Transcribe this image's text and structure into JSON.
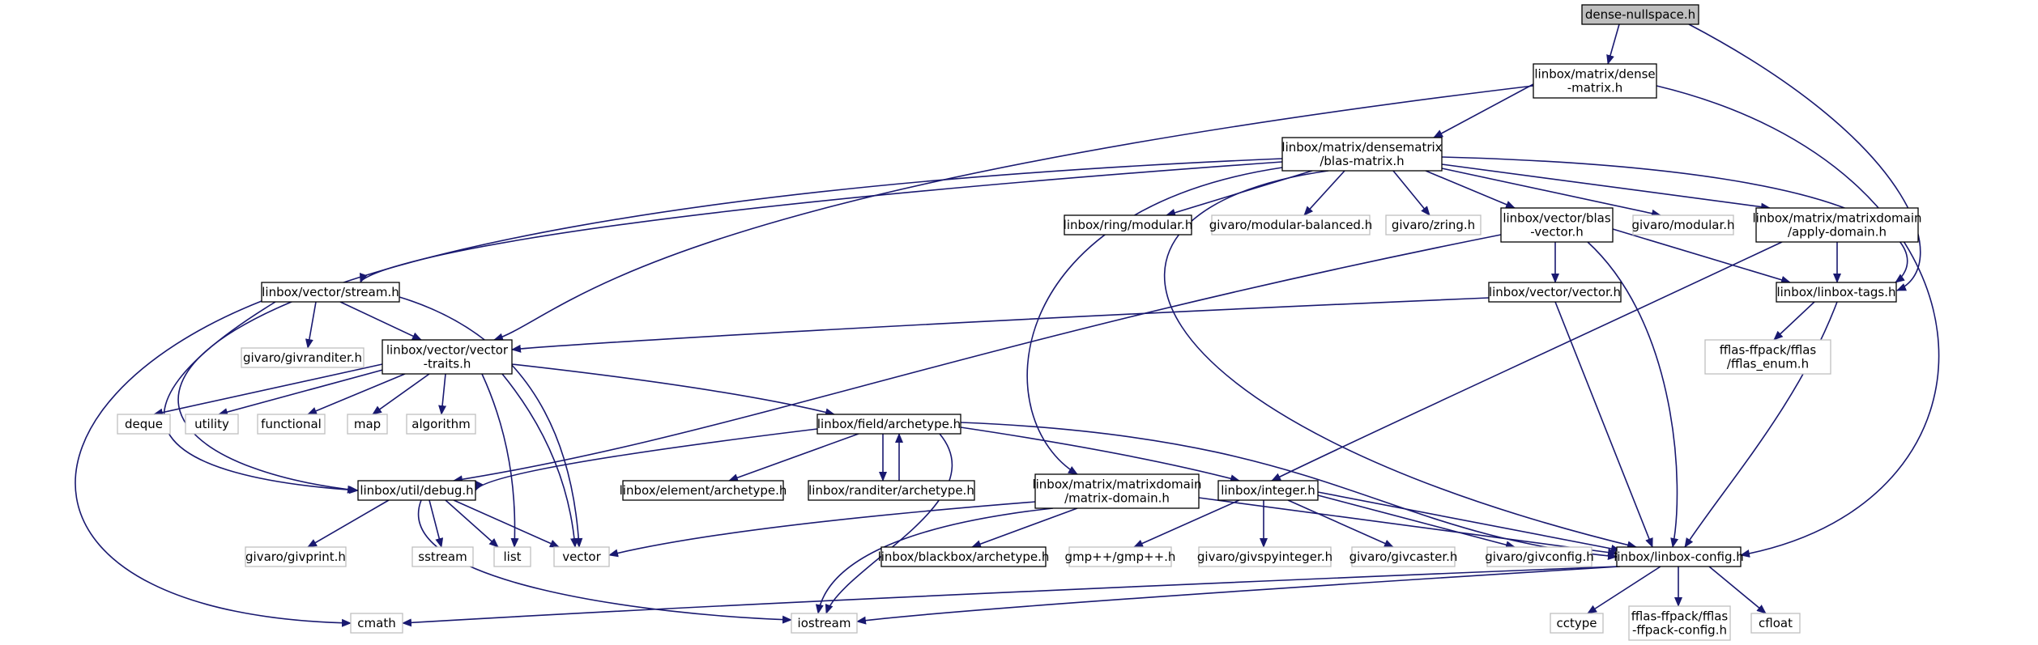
{
  "graph": {
    "colors": {
      "edge": "#191970",
      "box_border": "#000000",
      "ext_border": "#bfbfbf",
      "root_fill": "#bfbfbf"
    },
    "nodes": [
      {
        "id": "root",
        "kind": "root",
        "lines": [
          "dense-nullspace.h"
        ]
      },
      {
        "id": "dm",
        "kind": "box",
        "lines": [
          "linbox/matrix/dense",
          "-matrix.h"
        ]
      },
      {
        "id": "blas",
        "kind": "box",
        "lines": [
          "linbox/matrix/densematrix",
          "/blas-matrix.h"
        ]
      },
      {
        "id": "stream",
        "kind": "box",
        "lines": [
          "linbox/vector/stream.h"
        ]
      },
      {
        "id": "vtraits",
        "kind": "box",
        "lines": [
          "linbox/vector/vector",
          "-traits.h"
        ]
      },
      {
        "id": "modular",
        "kind": "box",
        "lines": [
          "linbox/ring/modular.h"
        ]
      },
      {
        "id": "modbal",
        "kind": "ext",
        "lines": [
          "givaro/modular-balanced.h"
        ]
      },
      {
        "id": "zring",
        "kind": "ext",
        "lines": [
          "givaro/zring.h"
        ]
      },
      {
        "id": "vblas",
        "kind": "box",
        "lines": [
          "linbox/vector/blas",
          "-vector.h"
        ]
      },
      {
        "id": "gmodular",
        "kind": "ext",
        "lines": [
          "givaro/modular.h"
        ]
      },
      {
        "id": "applydom",
        "kind": "box",
        "lines": [
          "linbox/matrix/matrixdomain",
          "/apply-domain.h"
        ]
      },
      {
        "id": "vvector",
        "kind": "box",
        "lines": [
          "linbox/vector/vector.h"
        ]
      },
      {
        "id": "tags",
        "kind": "box",
        "lines": [
          "linbox/linbox-tags.h"
        ]
      },
      {
        "id": "fflasenum",
        "kind": "ext",
        "lines": [
          "fflas-ffpack/fflas",
          "/fflas_enum.h"
        ]
      },
      {
        "id": "givranditer",
        "kind": "ext",
        "lines": [
          "givaro/givranditer.h"
        ]
      },
      {
        "id": "deque",
        "kind": "ext",
        "lines": [
          "deque"
        ]
      },
      {
        "id": "utility",
        "kind": "ext",
        "lines": [
          "utility"
        ]
      },
      {
        "id": "functional",
        "kind": "ext",
        "lines": [
          "functional"
        ]
      },
      {
        "id": "map",
        "kind": "ext",
        "lines": [
          "map"
        ]
      },
      {
        "id": "algorithm",
        "kind": "ext",
        "lines": [
          "algorithm"
        ]
      },
      {
        "id": "farch",
        "kind": "box",
        "lines": [
          "linbox/field/archetype.h"
        ]
      },
      {
        "id": "debug",
        "kind": "box",
        "lines": [
          "linbox/util/debug.h"
        ]
      },
      {
        "id": "earch",
        "kind": "box",
        "lines": [
          "linbox/element/archetype.h"
        ]
      },
      {
        "id": "rarch",
        "kind": "box",
        "lines": [
          "linbox/randiter/archetype.h"
        ]
      },
      {
        "id": "mdom",
        "kind": "box",
        "lines": [
          "linbox/matrix/matrixdomain",
          "/matrix-domain.h"
        ]
      },
      {
        "id": "integer",
        "kind": "box",
        "lines": [
          "linbox/integer.h"
        ]
      },
      {
        "id": "givprint",
        "kind": "ext",
        "lines": [
          "givaro/givprint.h"
        ]
      },
      {
        "id": "sstream",
        "kind": "ext",
        "lines": [
          "sstream"
        ]
      },
      {
        "id": "list",
        "kind": "ext",
        "lines": [
          "list"
        ]
      },
      {
        "id": "vector",
        "kind": "ext",
        "lines": [
          "vector"
        ]
      },
      {
        "id": "bbarch",
        "kind": "box",
        "lines": [
          "linbox/blackbox/archetype.h"
        ]
      },
      {
        "id": "gmp",
        "kind": "ext",
        "lines": [
          "gmp++/gmp++.h"
        ]
      },
      {
        "id": "givspy",
        "kind": "ext",
        "lines": [
          "givaro/givspyinteger.h"
        ]
      },
      {
        "id": "givcaster",
        "kind": "ext",
        "lines": [
          "givaro/givcaster.h"
        ]
      },
      {
        "id": "givconfig",
        "kind": "ext",
        "lines": [
          "givaro/givconfig.h"
        ]
      },
      {
        "id": "config",
        "kind": "box",
        "lines": [
          "linbox/linbox-config.h"
        ]
      },
      {
        "id": "cmath",
        "kind": "ext",
        "lines": [
          "cmath"
        ]
      },
      {
        "id": "iostream",
        "kind": "ext",
        "lines": [
          "iostream"
        ]
      },
      {
        "id": "cctype",
        "kind": "ext",
        "lines": [
          "cctype"
        ]
      },
      {
        "id": "ffpackcfg",
        "kind": "ext",
        "lines": [
          "fflas-ffpack/fflas",
          "-ffpack-config.h"
        ]
      },
      {
        "id": "cfloat",
        "kind": "ext",
        "lines": [
          "cfloat"
        ]
      }
    ],
    "edges": [
      [
        "root",
        "dm"
      ],
      [
        "root",
        "tags"
      ],
      [
        "dm",
        "blas"
      ],
      [
        "dm",
        "vtraits"
      ],
      [
        "dm",
        "config"
      ],
      [
        "blas",
        "stream"
      ],
      [
        "blas",
        "modular"
      ],
      [
        "blas",
        "modbal"
      ],
      [
        "blas",
        "zring"
      ],
      [
        "blas",
        "vblas"
      ],
      [
        "blas",
        "gmodular"
      ],
      [
        "blas",
        "applydom"
      ],
      [
        "blas",
        "tags"
      ],
      [
        "blas",
        "debug"
      ],
      [
        "blas",
        "mdom"
      ],
      [
        "blas",
        "config"
      ],
      [
        "vblas",
        "vvector"
      ],
      [
        "vblas",
        "tags"
      ],
      [
        "vblas",
        "debug"
      ],
      [
        "vblas",
        "config"
      ],
      [
        "applydom",
        "tags"
      ],
      [
        "applydom",
        "integer"
      ],
      [
        "tags",
        "fflasenum"
      ],
      [
        "tags",
        "config"
      ],
      [
        "vvector",
        "vtraits"
      ],
      [
        "vvector",
        "config"
      ],
      [
        "stream",
        "givranditer"
      ],
      [
        "stream",
        "vtraits"
      ],
      [
        "stream",
        "vector"
      ],
      [
        "stream",
        "cmath"
      ],
      [
        "stream",
        "debug"
      ],
      [
        "vtraits",
        "deque"
      ],
      [
        "vtraits",
        "utility"
      ],
      [
        "vtraits",
        "functional"
      ],
      [
        "vtraits",
        "map"
      ],
      [
        "vtraits",
        "algorithm"
      ],
      [
        "vtraits",
        "farch"
      ],
      [
        "vtraits",
        "list"
      ],
      [
        "vtraits",
        "vector"
      ],
      [
        "farch",
        "debug"
      ],
      [
        "farch",
        "earch"
      ],
      [
        "farch",
        "rarch"
      ],
      [
        "farch",
        "integer"
      ],
      [
        "farch",
        "config"
      ],
      [
        "farch",
        "iostream"
      ],
      [
        "rarch",
        "farch"
      ],
      [
        "debug",
        "givprint"
      ],
      [
        "debug",
        "sstream"
      ],
      [
        "debug",
        "list"
      ],
      [
        "debug",
        "vector"
      ],
      [
        "debug",
        "iostream"
      ],
      [
        "mdom",
        "bbarch"
      ],
      [
        "mdom",
        "vector"
      ],
      [
        "mdom",
        "config"
      ],
      [
        "mdom",
        "iostream"
      ],
      [
        "integer",
        "gmp"
      ],
      [
        "integer",
        "givspy"
      ],
      [
        "integer",
        "givcaster"
      ],
      [
        "integer",
        "givconfig"
      ],
      [
        "integer",
        "config"
      ],
      [
        "config",
        "cmath"
      ],
      [
        "config",
        "iostream"
      ],
      [
        "config",
        "cctype"
      ],
      [
        "config",
        "ffpackcfg"
      ],
      [
        "config",
        "cfloat"
      ]
    ]
  }
}
